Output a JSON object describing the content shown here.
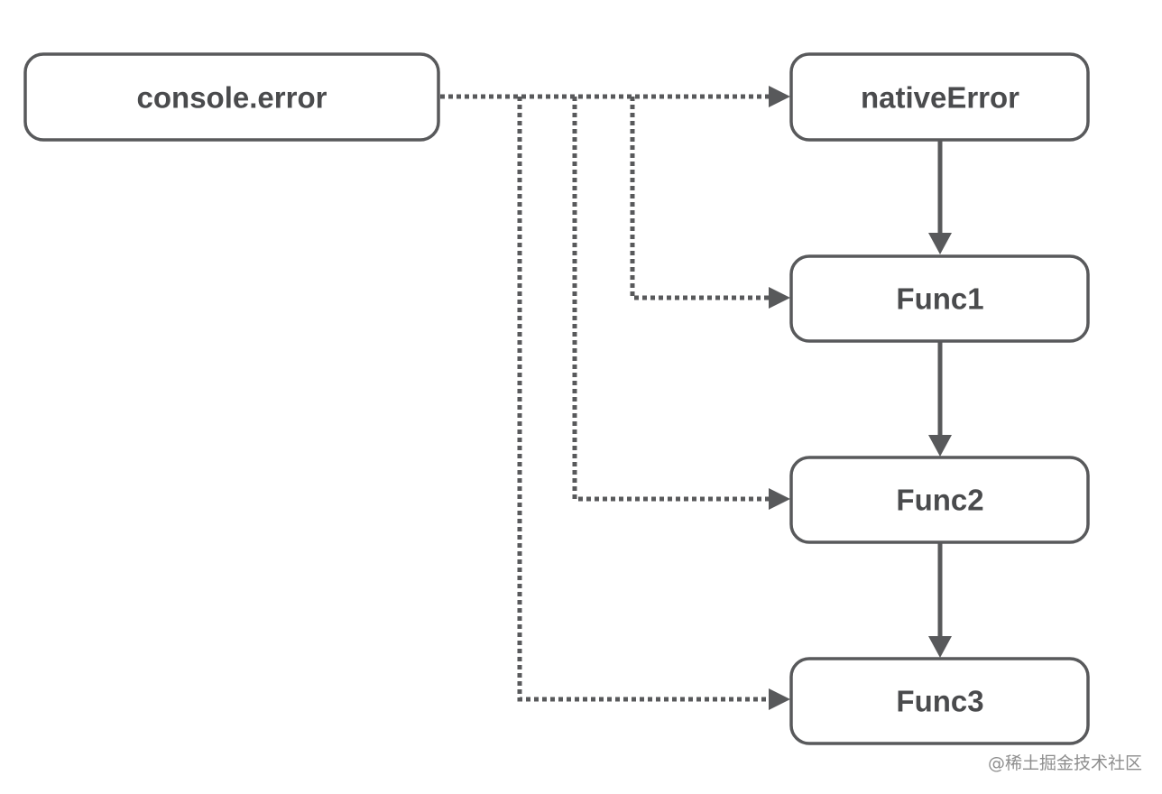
{
  "diagram": {
    "nodes": {
      "console_error": {
        "label": "console.error"
      },
      "native_error": {
        "label": "nativeError"
      },
      "func1": {
        "label": "Func1"
      },
      "func2": {
        "label": "Func2"
      },
      "func3": {
        "label": "Func3"
      }
    },
    "edges": [
      {
        "from": "console.error",
        "to": "nativeError",
        "style": "dotted"
      },
      {
        "from": "console.error",
        "to": "Func1",
        "style": "dotted"
      },
      {
        "from": "console.error",
        "to": "Func2",
        "style": "dotted"
      },
      {
        "from": "console.error",
        "to": "Func3",
        "style": "dotted"
      },
      {
        "from": "nativeError",
        "to": "Func1",
        "style": "solid"
      },
      {
        "from": "Func1",
        "to": "Func2",
        "style": "solid"
      },
      {
        "from": "Func2",
        "to": "Func3",
        "style": "solid"
      }
    ],
    "colors": {
      "stroke": "#58595b",
      "text": "#4a4b4d",
      "background": "#ffffff"
    }
  },
  "watermark": "@稀土掘金技术社区"
}
